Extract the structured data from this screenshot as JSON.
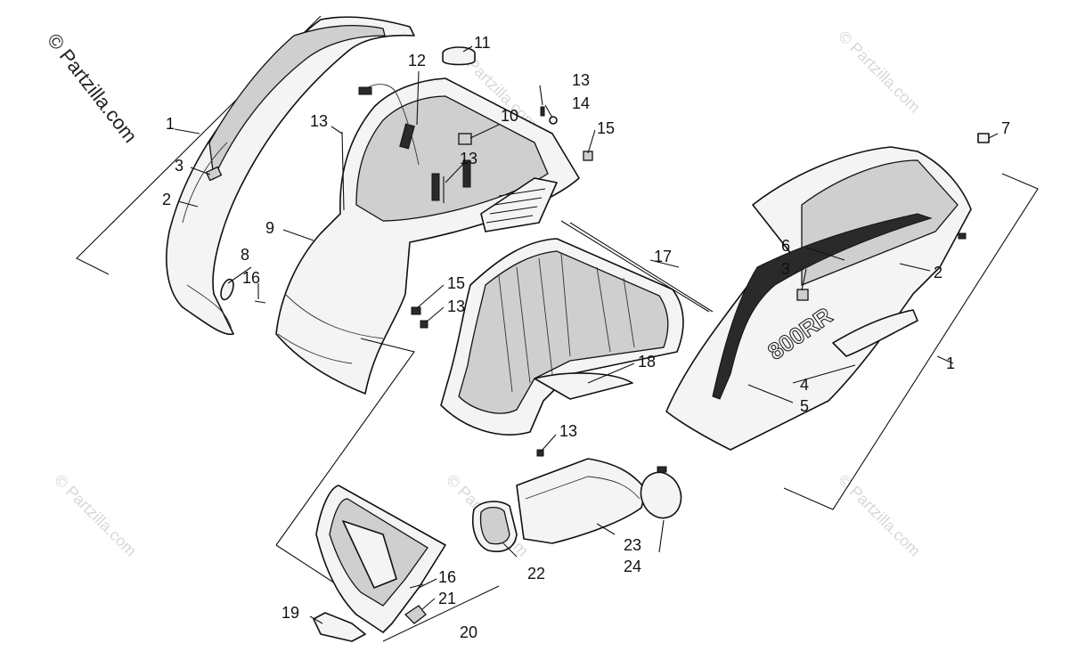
{
  "watermark": {
    "main": "© Partzilla.com",
    "faint": [
      "© Partzilla.com",
      "© Partzilla.com",
      "© Partzilla.com",
      "© Partzilla.com",
      "© Partzilla.com"
    ]
  },
  "decal_text": "800RR",
  "callouts": {
    "c1a": "1",
    "c2a": "2",
    "c3a": "3",
    "c8": "8",
    "c16a": "16",
    "c9": "9",
    "c12": "12",
    "c11": "11",
    "c13a": "13",
    "c10": "10",
    "c13b": "13",
    "c13c": "13",
    "c14": "14",
    "c15a": "15",
    "c17": "17",
    "c15b": "15",
    "c13d": "13",
    "c18": "18",
    "c13e": "13",
    "c7": "7",
    "c6": "6",
    "c3b": "3",
    "c2b": "2",
    "c1b": "1",
    "c4": "4",
    "c5": "5",
    "c22": "22",
    "c23": "23",
    "c24": "24",
    "c16b": "16",
    "c21": "21",
    "c19": "19",
    "c20": "20"
  }
}
